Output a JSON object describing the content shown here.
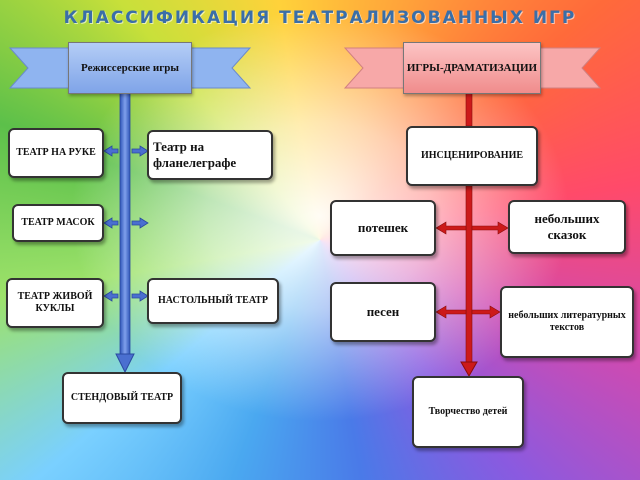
{
  "title": "КЛАССИФИКАЦИЯ ТЕАТРАЛИЗОВАННЫХ ИГР",
  "left": {
    "header": "Режиссерские игры",
    "items": {
      "hand": "ТЕАТР НА РУКЕ",
      "flannel": "Театр на фланелеграфе",
      "masks": "ТЕАТР МАСОК",
      "puppet": "ТЕАТР ЖИВОЙ КУКЛЫ",
      "table": "НАСТОЛЬНЫЙ ТЕАТР",
      "stand": "СТЕНДОВЫЙ ТЕАТР"
    }
  },
  "right": {
    "header": "ИГРЫ-ДРАМАТИЗАЦИИ",
    "items": {
      "staging": "ИНСЦЕНИРОВАНИЕ",
      "nursery": "потешек",
      "tales": "небольших сказок",
      "songs": "песен",
      "literary": "небольших литературных текстов",
      "creativity": "Творчество детей"
    }
  },
  "colors": {
    "left_ribbon": "#8fb4f0",
    "right_ribbon": "#f7a8a8",
    "left_arrow": "#4a6fd0",
    "right_arrow": "#cc1a1a",
    "title": "#3a6ea8"
  }
}
